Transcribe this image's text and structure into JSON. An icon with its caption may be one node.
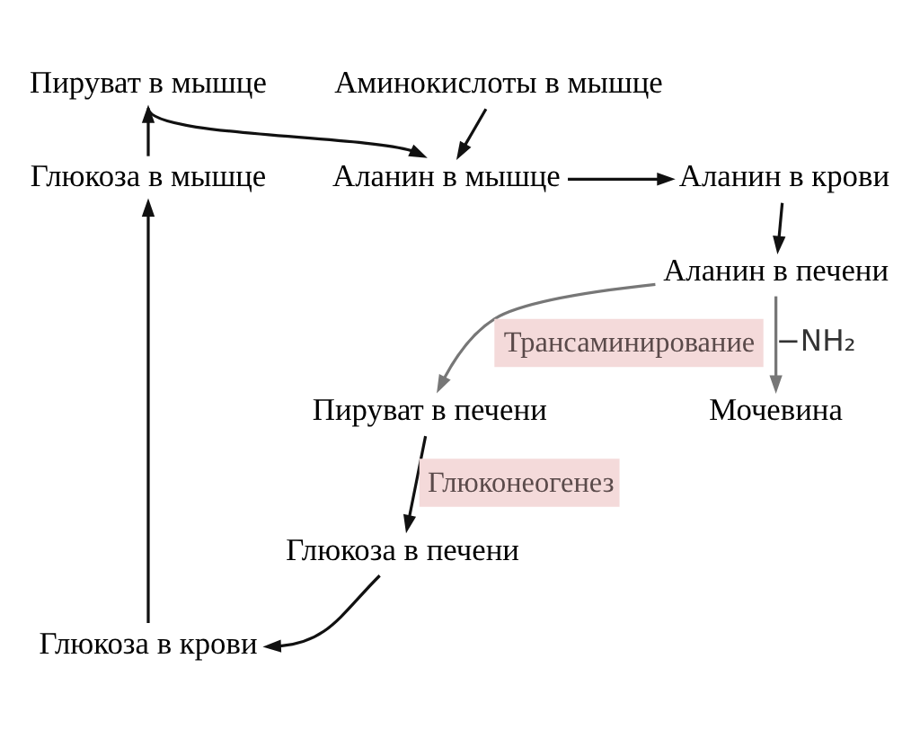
{
  "diagram": {
    "nodes": [
      {
        "text": [
          "Аминокислоты в мышце"
        ]
      },
      {
        "text": [
          "Пируват в мышце"
        ]
      },
      {
        "text": [
          "Глюкоза в мышце"
        ]
      },
      {
        "text": [
          "Аланин в мышце"
        ]
      },
      {
        "text": [
          "Аланин в крови"
        ]
      },
      {
        "text": [
          "Аланин в печени"
        ]
      },
      {
        "text": [
          "Мочевина"
        ]
      },
      {
        "text": [
          "Пируват в печени"
        ]
      },
      {
        "text": [
          "Глюкоза в печени"
        ]
      },
      {
        "text": [
          "Глюкоза в крови"
        ]
      }
    ],
    "edges": [
      {
        "from": 1,
        "to": 3,
        "arrow": "to"
      },
      {
        "from": 0,
        "to": 3,
        "arrow": "to"
      },
      {
        "from": 2,
        "to": 1,
        "arrow": "to"
      },
      {
        "from": 3,
        "to": 4,
        "arrow": "to"
      },
      {
        "from": 4,
        "to": 5,
        "arrow": "to"
      },
      {
        "from": 5,
        "to": 7,
        "arrow": "to",
        "label": "Трансаминирование",
        "color": "#777777"
      },
      {
        "from": 5,
        "to": 6,
        "arrow": "to",
        "label": "−NH₂",
        "color": "#777777"
      },
      {
        "from": 7,
        "to": 8,
        "arrow": "to",
        "label": "Глюконеогенез"
      },
      {
        "from": 8,
        "to": 9,
        "arrow": "to"
      },
      {
        "from": 9,
        "to": 2,
        "arrow": "to"
      }
    ]
  }
}
